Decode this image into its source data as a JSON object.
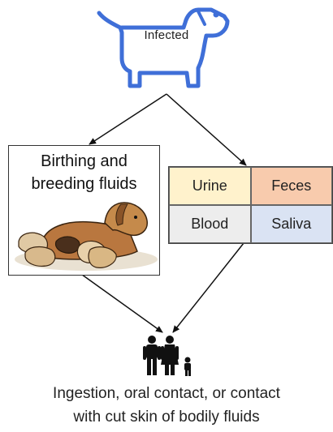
{
  "source": {
    "label": "Infected",
    "icon": "dog-outline-icon",
    "color": "#3F6FD8"
  },
  "birthing": {
    "title_line1": "Birthing and",
    "title_line2": "breeding fluids",
    "illustration": "nursing-dog-with-puppies-illustration"
  },
  "fluids": {
    "cells": [
      {
        "label": "Urine",
        "color": "#FFF2CC"
      },
      {
        "label": "Feces",
        "color": "#F8CBAD"
      },
      {
        "label": "Blood",
        "color": "#EDEDED"
      },
      {
        "label": "Saliva",
        "color": "#DAE3F3"
      }
    ]
  },
  "target": {
    "icon": "family-icon",
    "caption_line1": "Ingestion, oral contact, or contact",
    "caption_line2": "with cut skin of bodily fluids"
  }
}
